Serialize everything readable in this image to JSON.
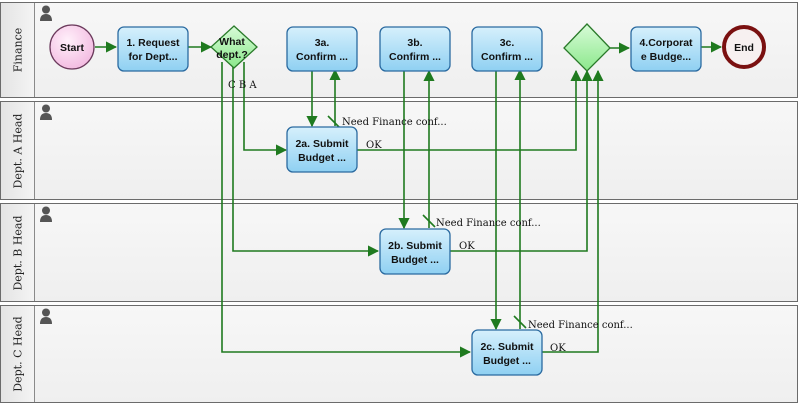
{
  "lanes": [
    {
      "id": "finance",
      "label": "Finance"
    },
    {
      "id": "dept-a",
      "label": "Dept. A Head"
    },
    {
      "id": "dept-b",
      "label": "Dept. B Head"
    },
    {
      "id": "dept-c",
      "label": "Dept. C Head"
    }
  ],
  "events": {
    "start": "Start",
    "end": "End"
  },
  "tasks": {
    "request": [
      "1. Request",
      "for Dept..."
    ],
    "confirm_a": [
      "3a.",
      "Confirm ..."
    ],
    "confirm_b": [
      "3b.",
      "Confirm ..."
    ],
    "confirm_c": [
      "3c.",
      "Confirm ..."
    ],
    "corporate": [
      "4.Corporat",
      "e Budge..."
    ],
    "submit_a": [
      "2a. Submit",
      "Budget ..."
    ],
    "submit_b": [
      "2b. Submit",
      "Budget ..."
    ],
    "submit_c": [
      "2c. Submit",
      "Budget ..."
    ]
  },
  "gateways": {
    "what_dept": [
      "What",
      "dept.?"
    ]
  },
  "edge_labels": {
    "gateway_branch": "C B A",
    "need_a": "Need Finance conf...",
    "need_b": "Need Finance conf...",
    "need_c": "Need Finance conf...",
    "ok_a": "OK",
    "ok_b": "OK",
    "ok_c": "OK"
  },
  "colors": {
    "task_fill": "#a9dcf6",
    "task_stroke": "#2a6aa0",
    "gateway_fill": "#a8f0a8",
    "start_fill": "#f7cdea",
    "end_stroke": "#7a1010",
    "edge": "#1f7a1f"
  }
}
